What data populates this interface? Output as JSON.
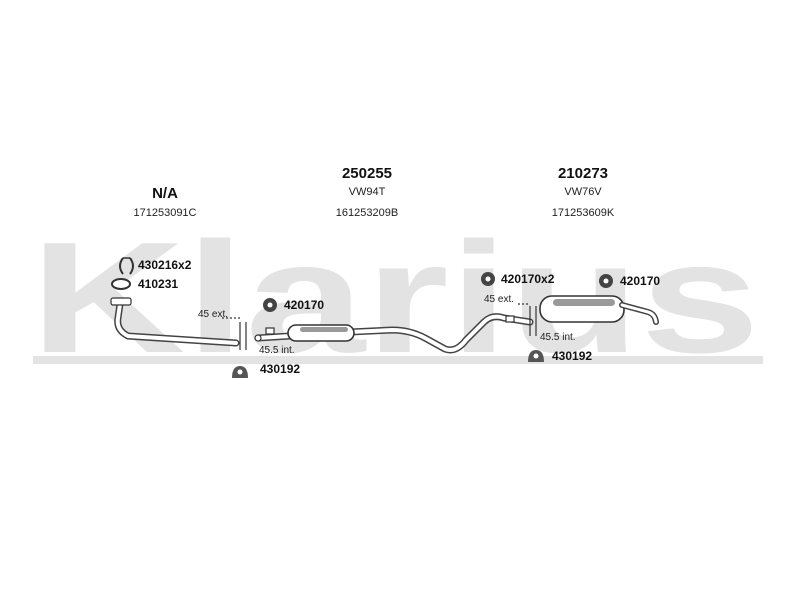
{
  "watermark": {
    "text": "Klarius",
    "color": "#e3e3e3"
  },
  "sections": [
    {
      "head": "N/A",
      "code": "171253091C"
    },
    {
      "head": "250255",
      "sub": "VW94T",
      "code": "161253209B"
    },
    {
      "head": "210273",
      "sub": "VW76V",
      "code": "171253609K"
    }
  ],
  "parts": {
    "clamp_a": "430216x2",
    "gasket_a": "410231",
    "rubber_a": "420170",
    "mount_a": "430192",
    "rubber_b": "420170x2",
    "rubber_c": "420170",
    "mount_b": "430192"
  },
  "dims": {
    "ext_a": "45 ext.",
    "int_a": "45.5 int.",
    "ext_b": "45 ext.",
    "int_b": "45.5 int."
  }
}
